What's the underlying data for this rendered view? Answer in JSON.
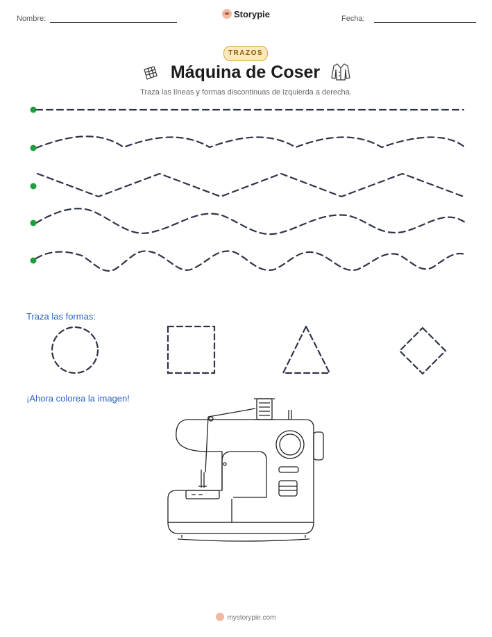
{
  "header": {
    "name_label": "Nombre:",
    "date_label": "Fecha:",
    "brand": "Storypie"
  },
  "badge": "TRAZOS",
  "title": "Máquina de Coser",
  "subtitle": "Traza las líneas y formas discontinuas de izquierda a derecha.",
  "trace_lines": [
    {
      "kind": "straight",
      "start_color": "#1e9e3e"
    },
    {
      "kind": "wave",
      "start_color": "#1e9e3e"
    },
    {
      "kind": "zigzag",
      "start_color": "#1e9e3e"
    },
    {
      "kind": "wave",
      "start_color": "#1e9e3e"
    },
    {
      "kind": "wave",
      "start_color": "#1e9e3e"
    }
  ],
  "shapes_heading": "Traza las formas:",
  "shapes": [
    "circle",
    "square",
    "triangle",
    "diamond"
  ],
  "color_heading": "¡Ahora colorea la imagen!",
  "footer": "mystorypie.com",
  "colors": {
    "dash": "#2f3448",
    "start_dot": "#1e9e3e",
    "heading": "#2a62c4",
    "badge_bg": "#fbe9bd",
    "badge_border": "#dba53a"
  },
  "icons": [
    "quilt-icon",
    "shirt-icon",
    "sewing-machine-illustration"
  ]
}
